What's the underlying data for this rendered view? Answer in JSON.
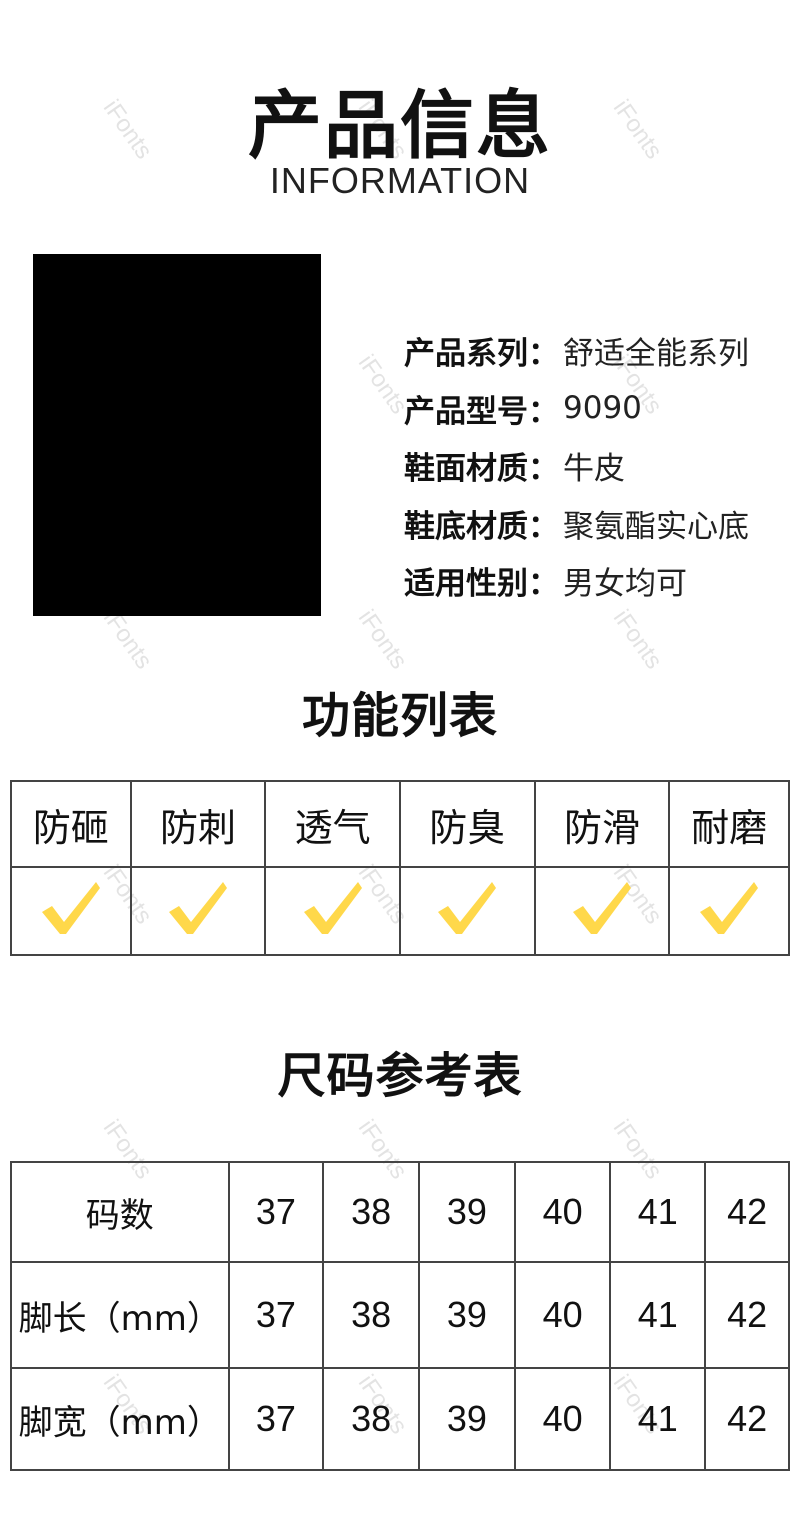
{
  "header": {
    "title": "产品信息",
    "subtitle": "INFORMATION"
  },
  "watermark": "iFonts",
  "product": {
    "info": [
      {
        "label": "产品系列：",
        "value": "舒适全能系列"
      },
      {
        "label": "产品型号：",
        "value": "9090"
      },
      {
        "label": "鞋面材质：",
        "value": "牛皮"
      },
      {
        "label": "鞋底材质：",
        "value": "聚氨酯实心底"
      },
      {
        "label": "适用性别：",
        "value": "男女均可"
      }
    ]
  },
  "features": {
    "title": "功能列表",
    "items": [
      "防砸",
      "防刺",
      "透气",
      "防臭",
      "防滑",
      "耐磨"
    ],
    "icon": "check-icon",
    "check_color": "#FFD84A"
  },
  "size_chart": {
    "title": "尺码参考表",
    "header_label": "码数",
    "sizes": [
      "37",
      "38",
      "39",
      "40",
      "41",
      "42"
    ],
    "rows": [
      {
        "label": "脚长（mm）",
        "values": [
          "37",
          "38",
          "39",
          "40",
          "41",
          "42"
        ]
      },
      {
        "label": "脚宽（mm）",
        "values": [
          "37",
          "38",
          "39",
          "40",
          "41",
          "42"
        ]
      }
    ]
  }
}
